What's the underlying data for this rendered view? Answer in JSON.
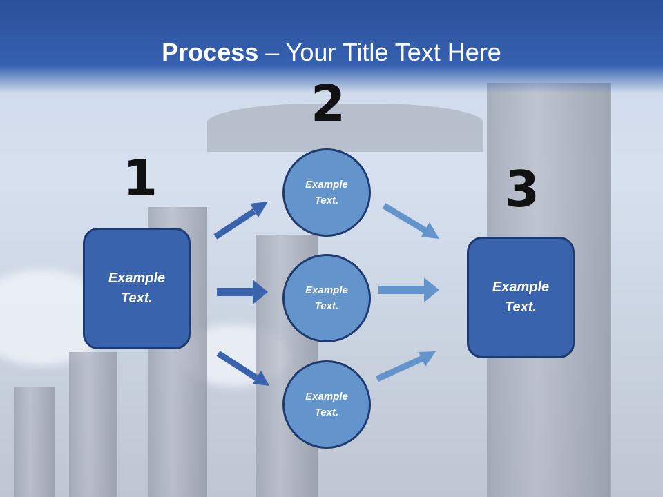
{
  "title": {
    "bold": "Process",
    "rest": " – Your Title Text Here"
  },
  "steps": [
    {
      "number": "1",
      "label": "Example\nText."
    },
    {
      "number": "2",
      "labels": [
        "Example\nText.",
        "Example\nText.",
        "Example\nText."
      ]
    },
    {
      "number": "3",
      "label": "Example\nText."
    }
  ],
  "colors": {
    "header": "#3561b0",
    "box_fill": "#3a63ad",
    "circle_fill": "#6494cc",
    "outline": "#1f3a6e",
    "arrow_dark": "#3a63ad",
    "arrow_light": "#6494cc",
    "number_text": "#111111",
    "label_text": "#ffffff"
  }
}
